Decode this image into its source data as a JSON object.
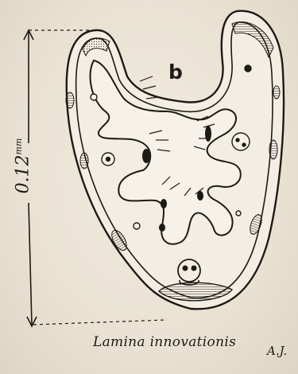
{
  "diagram": {
    "region_label": "b",
    "scale_value": "0.12",
    "scale_unit": "mm",
    "caption": "Lamina innovationis",
    "initials": "A.J."
  }
}
